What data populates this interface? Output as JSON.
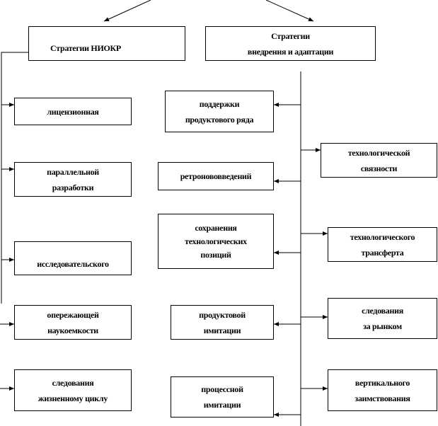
{
  "header_boxes": {
    "rnd": "Стратегии НИОКР",
    "implementation_line1": "Стратегии",
    "implementation_line2": "внедрения и адаптации"
  },
  "left_column": [
    {
      "line1": "лицензионная"
    },
    {
      "line1": "параллельной",
      "line2": "разработки"
    },
    {
      "line1": "исследовательского"
    },
    {
      "line1": "опережающей",
      "line2": "наукоемкости"
    },
    {
      "line1": "следования",
      "line2": "жизненному циклу"
    }
  ],
  "middle_column": [
    {
      "line1": "поддержки",
      "line2": "продуктового  ряда"
    },
    {
      "line1": "ретронововведений"
    },
    {
      "line1": "сохранения",
      "line2": "технологических",
      "line3": "позиций"
    },
    {
      "line1": "продуктовой",
      "line2": "имитации"
    },
    {
      "line1": "процессной",
      "line2": "имитации"
    }
  ],
  "right_column": [
    {
      "line1": "технологической",
      "line2": "связности"
    },
    {
      "line1": "технологического",
      "line2": "трансферта"
    },
    {
      "line1": "следования",
      "line2": "за рынком"
    },
    {
      "line1": "вертикального",
      "line2": "заимствования"
    }
  ]
}
